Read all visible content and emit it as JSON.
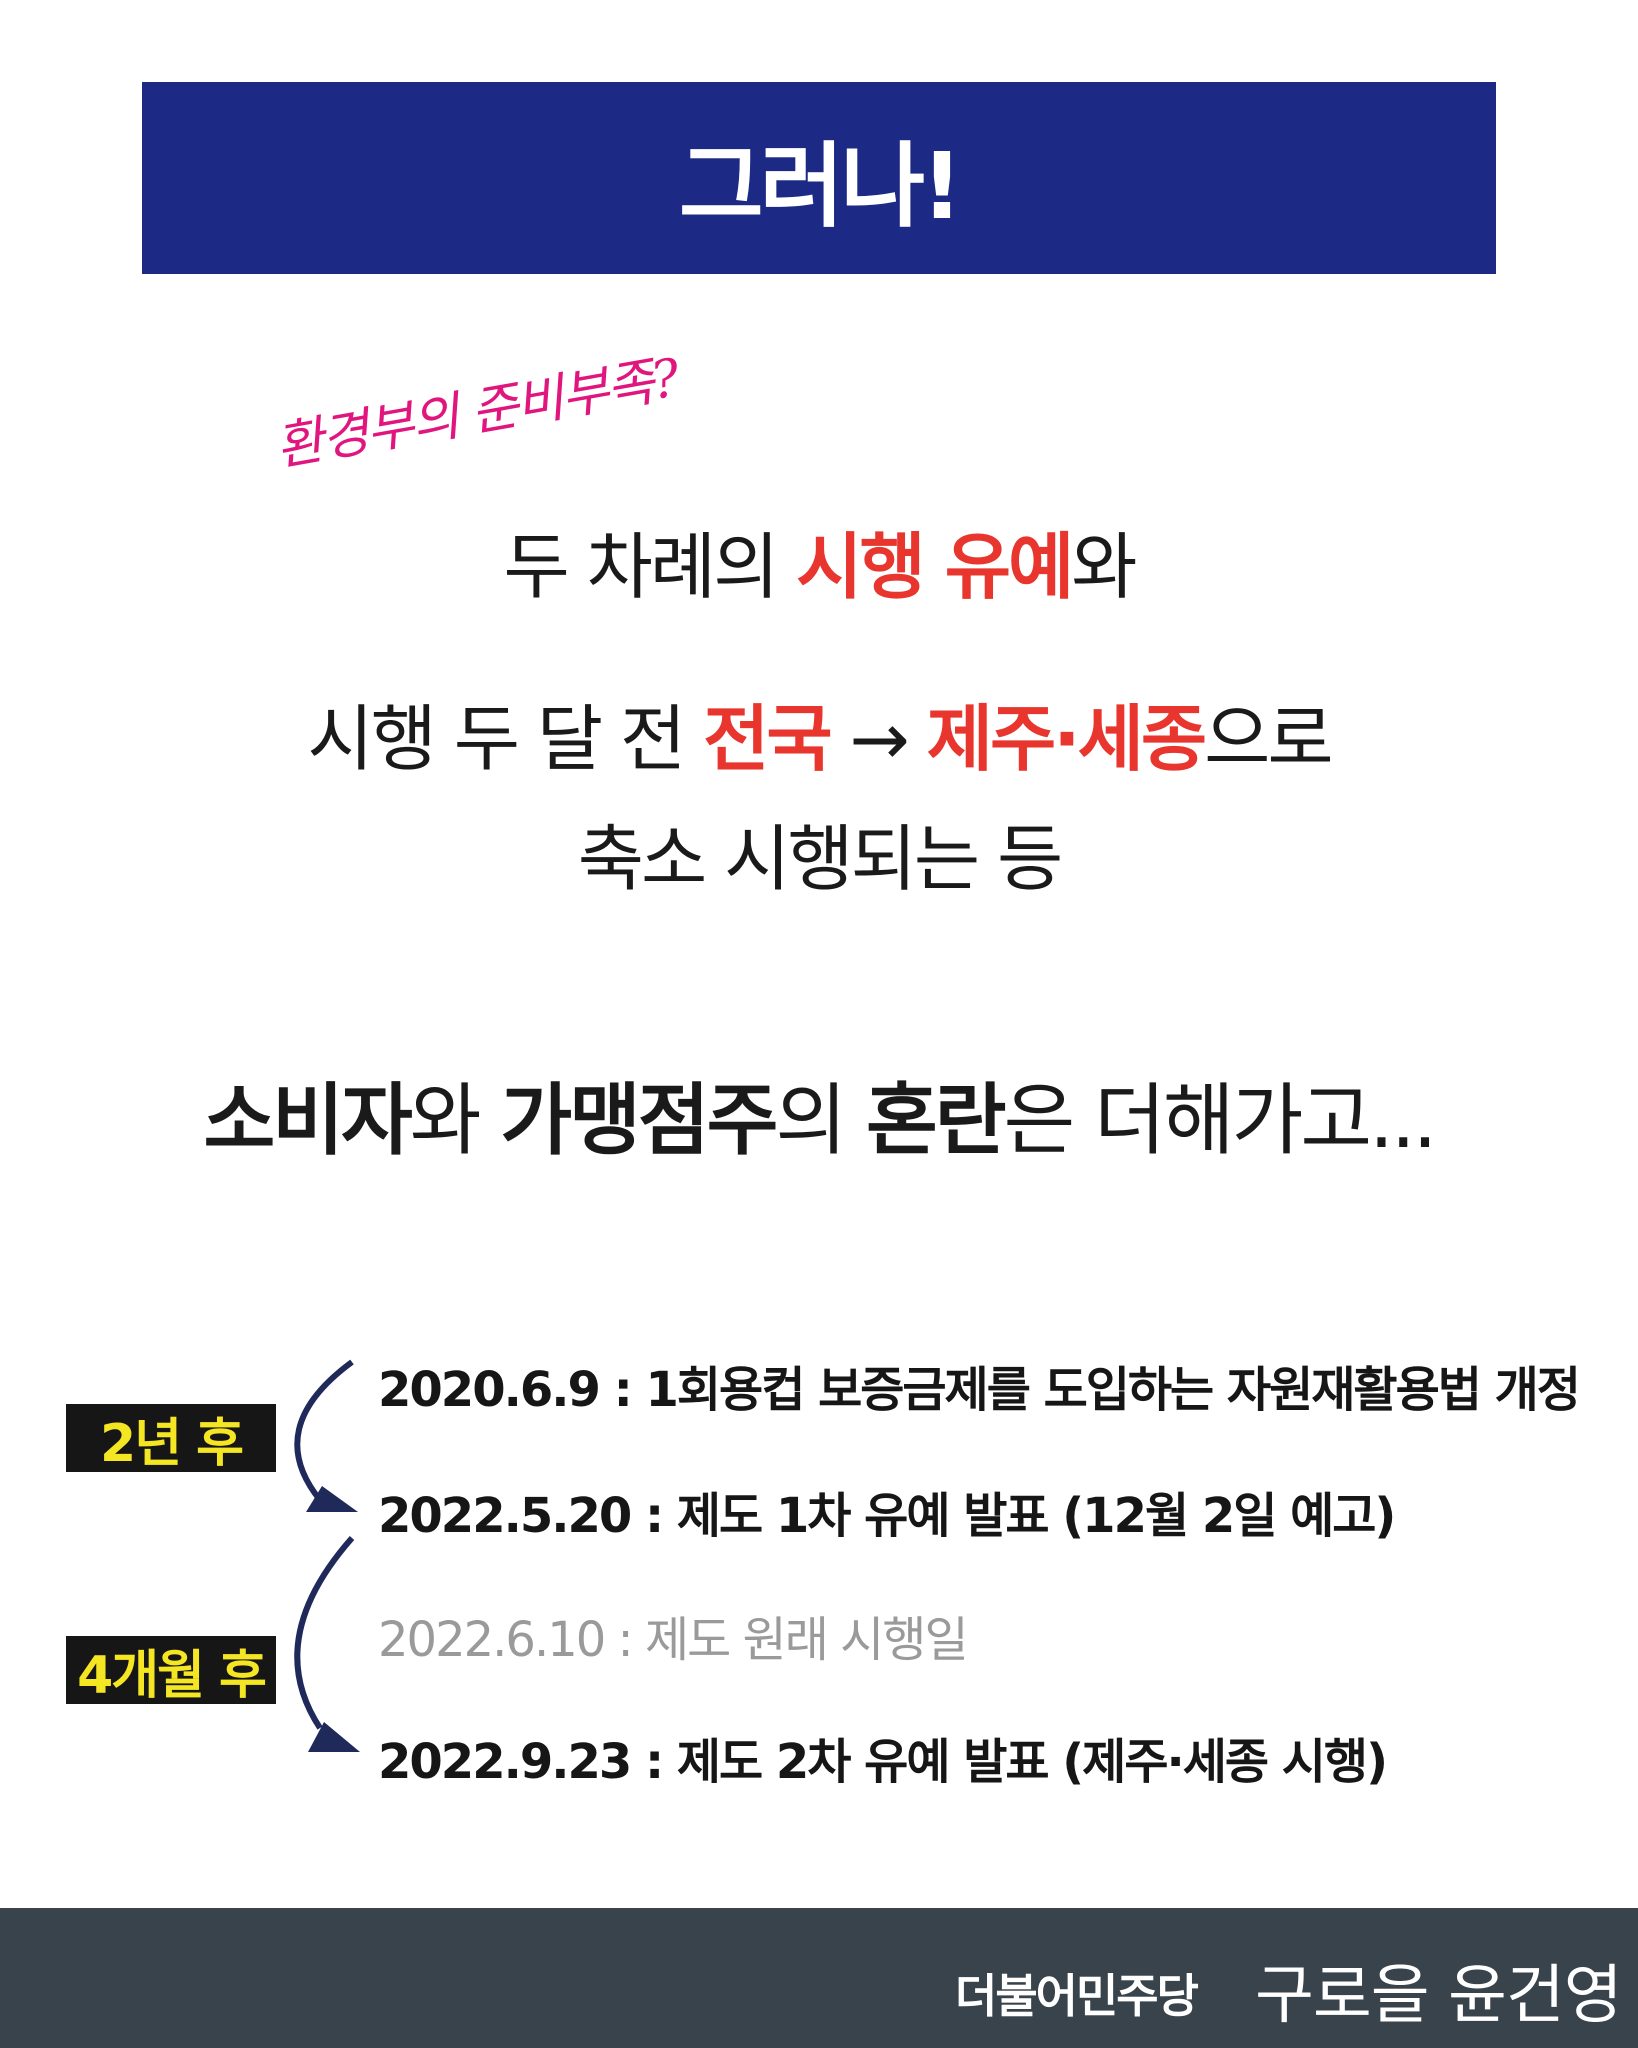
{
  "banner": {
    "title": "그러나!"
  },
  "handwritten": "환경부의 준비부족?",
  "headline": {
    "line1": {
      "a": "두 차례의 ",
      "red": "시행 유예",
      "b": "와"
    },
    "line2": {
      "a": "시행 두 달 전 ",
      "red1": "전국",
      "arrow": " → ",
      "red2": "제주·세종",
      "b": "으로"
    },
    "line3": "축소 시행되는 등",
    "line4": {
      "b1": "소비자",
      "t1": "와 ",
      "b2": "가맹점주",
      "t2": "의 ",
      "b3": "혼란",
      "t3": "은 더해가고..."
    }
  },
  "timeline": {
    "tags": [
      "2년 후",
      "4개월 후"
    ],
    "entries": [
      "2020.6.9 : 1회용컵 보증금제를 도입하는 자원재활용법 개정",
      "2022.5.20 : 제도 1차 유예 발표 (12월 2일 예고)",
      "2022.6.10 : 제도 원래 시행일",
      "2022.9.23 : 제도 2차 유예 발표 (제주·세종 시행)"
    ]
  },
  "footer": {
    "party": "더불어민주당",
    "name": "구로을 윤건영"
  },
  "colors": {
    "banner": "#1d2a85",
    "highlight": "#e8352d",
    "handwriting": "#e0167e",
    "tag_bg": "#171617",
    "tag_text": "#f5e623",
    "footer_bg": "#38434c",
    "arrow": "#1f2a5a"
  }
}
